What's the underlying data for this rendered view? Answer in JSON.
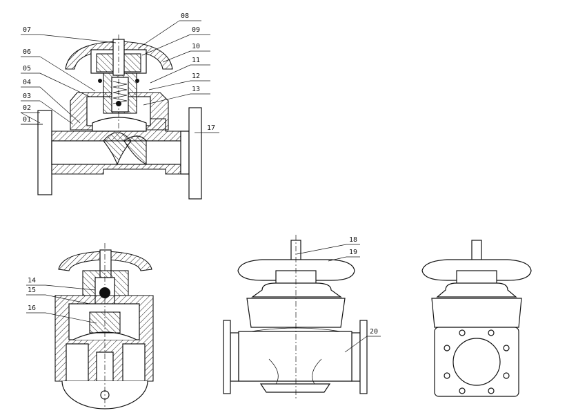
{
  "drawing": {
    "type": "valve assembly drawing",
    "views": [
      "section",
      "side-section",
      "front",
      "end"
    ]
  },
  "callouts": [
    {
      "id": "01"
    },
    {
      "id": "02"
    },
    {
      "id": "03"
    },
    {
      "id": "04"
    },
    {
      "id": "05"
    },
    {
      "id": "06"
    },
    {
      "id": "07"
    },
    {
      "id": "08"
    },
    {
      "id": "09"
    },
    {
      "id": "10"
    },
    {
      "id": "11"
    },
    {
      "id": "12"
    },
    {
      "id": "13"
    },
    {
      "id": "14"
    },
    {
      "id": "15"
    },
    {
      "id": "16"
    },
    {
      "id": "17"
    },
    {
      "id": "18"
    },
    {
      "id": "19"
    },
    {
      "id": "20"
    }
  ]
}
